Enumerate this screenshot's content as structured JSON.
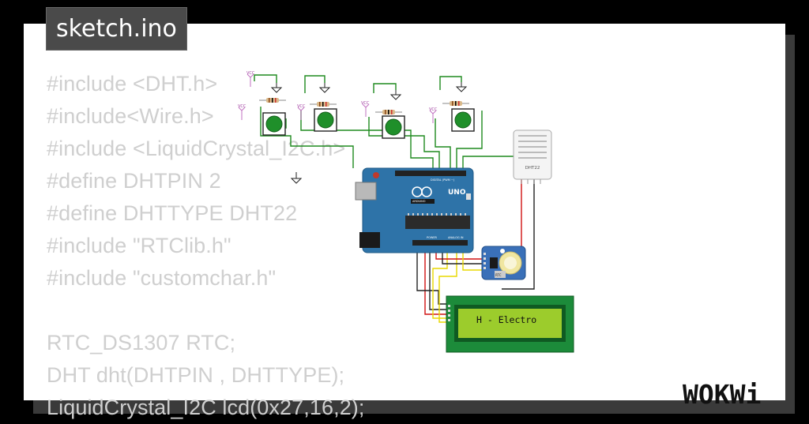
{
  "title_chip": "sketch.ino",
  "code_lines": [
    "#include <DHT.h>",
    "#include<Wire.h>",
    "#include <LiquidCrystal_I2C.h>",
    "#define DHTPIN 2",
    "#define DHTTYPE DHT22",
    "#include \"RTClib.h\"",
    "#include \"customchar.h\"",
    "",
    "RTC_DS1307 RTC;",
    "DHT dht(DHTPIN , DHTTYPE);",
    "LiquidCrystal_I2C lcd(0x27,16,2);"
  ],
  "lcd_text": "H - Electro",
  "sensor_label": "DHT22",
  "vcc_label": "VCC",
  "arduino": {
    "brand": "UNO",
    "maker": "ARDUINO",
    "header_digital": "DIGITAL (PWM ~)",
    "header_power": "POWER",
    "header_analog": "ANALOG IN"
  },
  "rtc_label": "RTC",
  "brand_logo": "WOKWi",
  "colors": {
    "arduino_blue": "#2e73a8",
    "lcd_green": "#1c8b3a",
    "lcd_screen": "#9ccc2c",
    "wire_green": "#1e8a1e",
    "wire_red": "#d01010",
    "wire_yellow": "#e8d800",
    "button_green": "#1f8f2a"
  }
}
